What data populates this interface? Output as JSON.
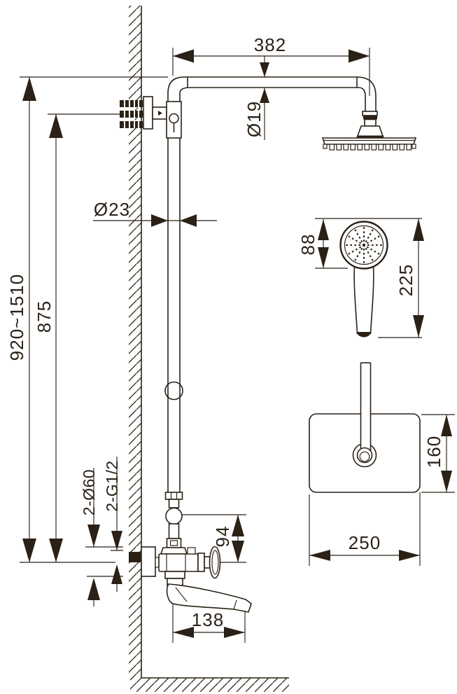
{
  "drawing": {
    "type": "technical-dimension-drawing",
    "subject": "wall-mounted shower column set with overhead shower, hand shower, tub spout and mounting plate",
    "ink_color": "#2b2116",
    "background_color": "#ffffff"
  },
  "dimensions": {
    "arm_length": "382",
    "arm_diameter": "Ø19",
    "column_diameter": "Ø23",
    "overall_height": "920~1510",
    "bracket_height": "875",
    "hand_shower_head_diameter": "88",
    "hand_shower_length": "225",
    "plate_height": "160",
    "plate_width": "250",
    "spout_height": "94",
    "spout_reach": "138",
    "escutcheon": "2-Ø60",
    "thread": "2-G1/2"
  }
}
